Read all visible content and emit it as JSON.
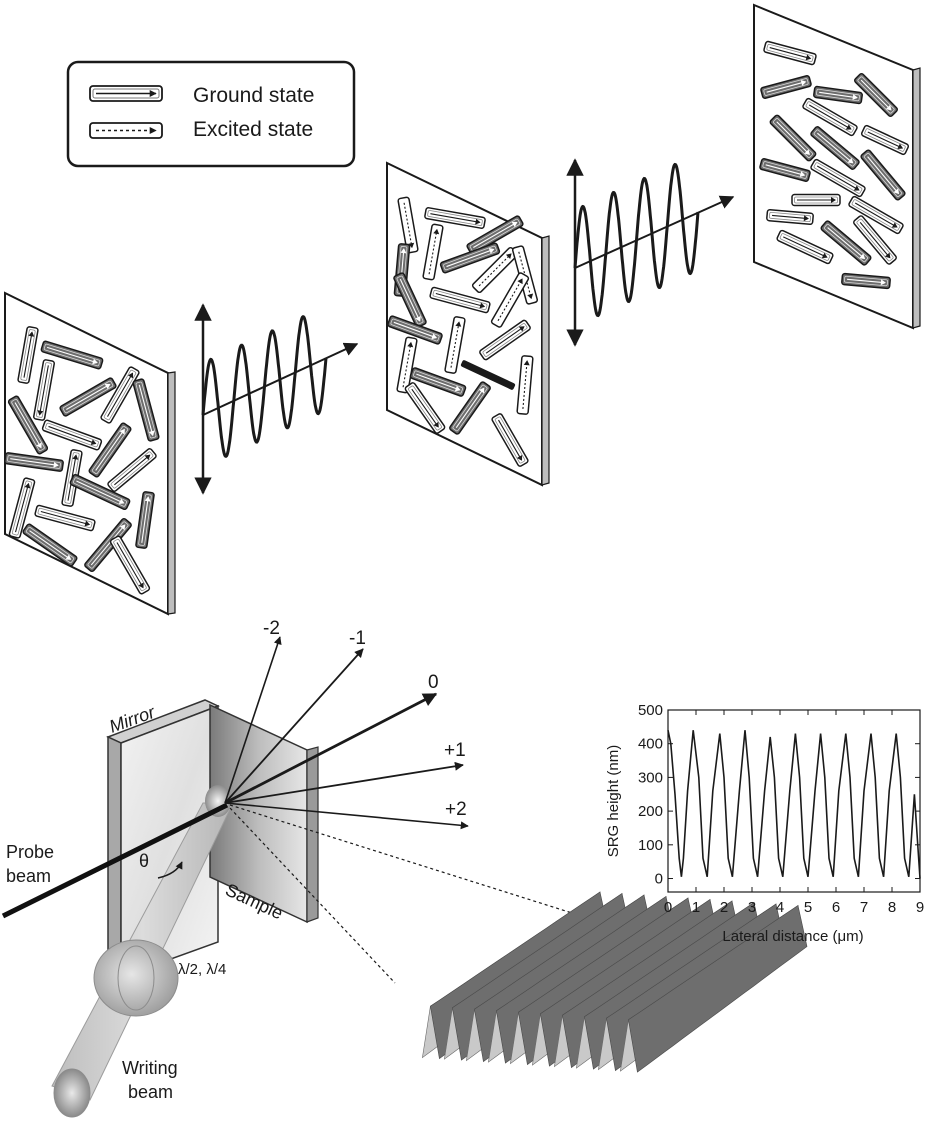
{
  "legend": {
    "ground_label": "Ground state",
    "excited_label": "Excited state"
  },
  "setup": {
    "mirror_label": "Mirror",
    "sample_label": "Sample",
    "probe_label_1": "Probe",
    "probe_label_2": "beam",
    "theta_label": "θ",
    "waveplate_label": "λ/2, λ/4",
    "writing_label_1": "Writing",
    "writing_label_2": "beam",
    "orders": [
      "-2",
      "-1",
      "0",
      "+1",
      "+2"
    ]
  },
  "colors": {
    "ink": "#1a1a1a",
    "panel_fill": "#ffffff",
    "rod_dark": "#6d6d6d",
    "rod_light": "#ffffff",
    "beam_gray": "#cfcfcf",
    "grating_gray": "#8a8a8a"
  },
  "chart_data": {
    "type": "line",
    "title": "",
    "xlabel": "Lateral distance (μm)",
    "ylabel": "SRG height (nm)",
    "xlim": [
      0,
      9
    ],
    "ylim": [
      -40,
      500
    ],
    "xticks": [
      0,
      1,
      2,
      3,
      4,
      5,
      6,
      7,
      8,
      9
    ],
    "yticks": [
      0,
      100,
      200,
      300,
      400,
      500
    ],
    "series": [
      {
        "values": {
          "x": [
            0.0,
            0.1,
            0.25,
            0.4,
            0.48,
            0.55,
            0.7,
            0.9,
            1.1,
            1.25,
            1.4,
            1.6,
            1.85,
            2.0,
            2.15,
            2.3,
            2.55,
            2.75,
            2.9,
            3.05,
            3.2,
            3.45,
            3.65,
            3.8,
            3.95,
            4.1,
            4.35,
            4.55,
            4.7,
            4.85,
            5.0,
            5.25,
            5.45,
            5.6,
            5.75,
            5.9,
            6.1,
            6.35,
            6.5,
            6.65,
            6.8,
            7.0,
            7.25,
            7.4,
            7.55,
            7.7,
            7.9,
            8.15,
            8.3,
            8.45,
            8.6,
            8.8,
            9.0
          ],
          "y": [
            440,
            400,
            250,
            60,
            5,
            60,
            260,
            440,
            300,
            60,
            5,
            260,
            430,
            300,
            60,
            5,
            260,
            440,
            300,
            60,
            5,
            260,
            420,
            300,
            60,
            5,
            260,
            430,
            300,
            60,
            5,
            260,
            430,
            300,
            60,
            5,
            260,
            430,
            300,
            60,
            5,
            260,
            430,
            300,
            60,
            5,
            260,
            430,
            300,
            60,
            5,
            250,
            0
          ]
        }
      }
    ]
  }
}
